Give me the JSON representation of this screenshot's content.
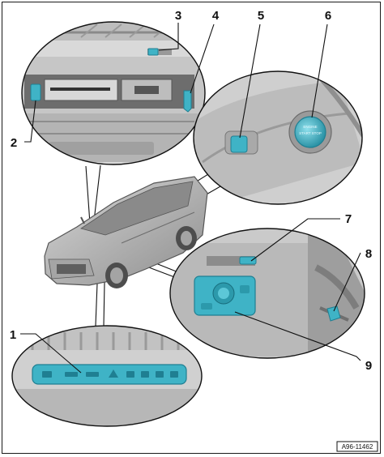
{
  "figure": {
    "reference": "A96-11462",
    "callouts": [
      {
        "id": "c1",
        "label": "1"
      },
      {
        "id": "c2",
        "label": "2"
      },
      {
        "id": "c3",
        "label": "3"
      },
      {
        "id": "c4",
        "label": "4"
      },
      {
        "id": "c5",
        "label": "5"
      },
      {
        "id": "c6",
        "label": "6"
      },
      {
        "id": "c7",
        "label": "7"
      },
      {
        "id": "c8",
        "label": "8"
      },
      {
        "id": "c9",
        "label": "9"
      }
    ]
  },
  "colors": {
    "highlight": "#3fb3c6",
    "highlight_dark": "#1f7f92",
    "grey_light": "#cfcfcf",
    "grey_mid": "#a7a7a7",
    "grey_dark": "#6e6e6e",
    "line": "#111111"
  }
}
